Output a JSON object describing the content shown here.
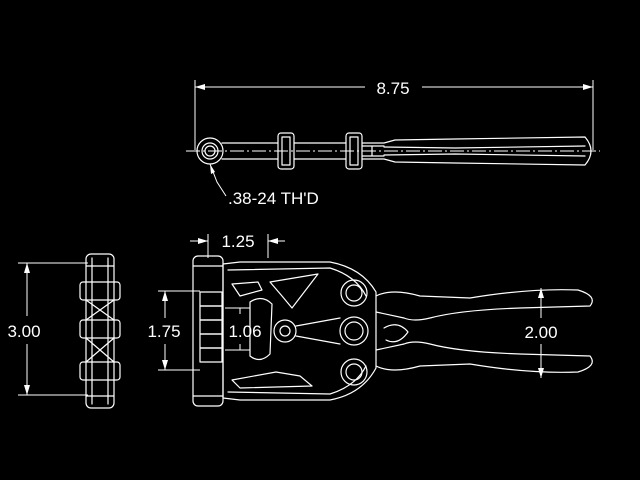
{
  "dimensions": {
    "overall_length": "8.75",
    "thread": ".38-24 TH'D",
    "spindle_offset": "1.25",
    "mount_height": "3.00",
    "hole_spacing_outer": "1.75",
    "hole_spacing_inner": "1.06",
    "handle_opening": "2.00"
  },
  "colors": {
    "background": "#000000",
    "linework": "#ffffff"
  }
}
